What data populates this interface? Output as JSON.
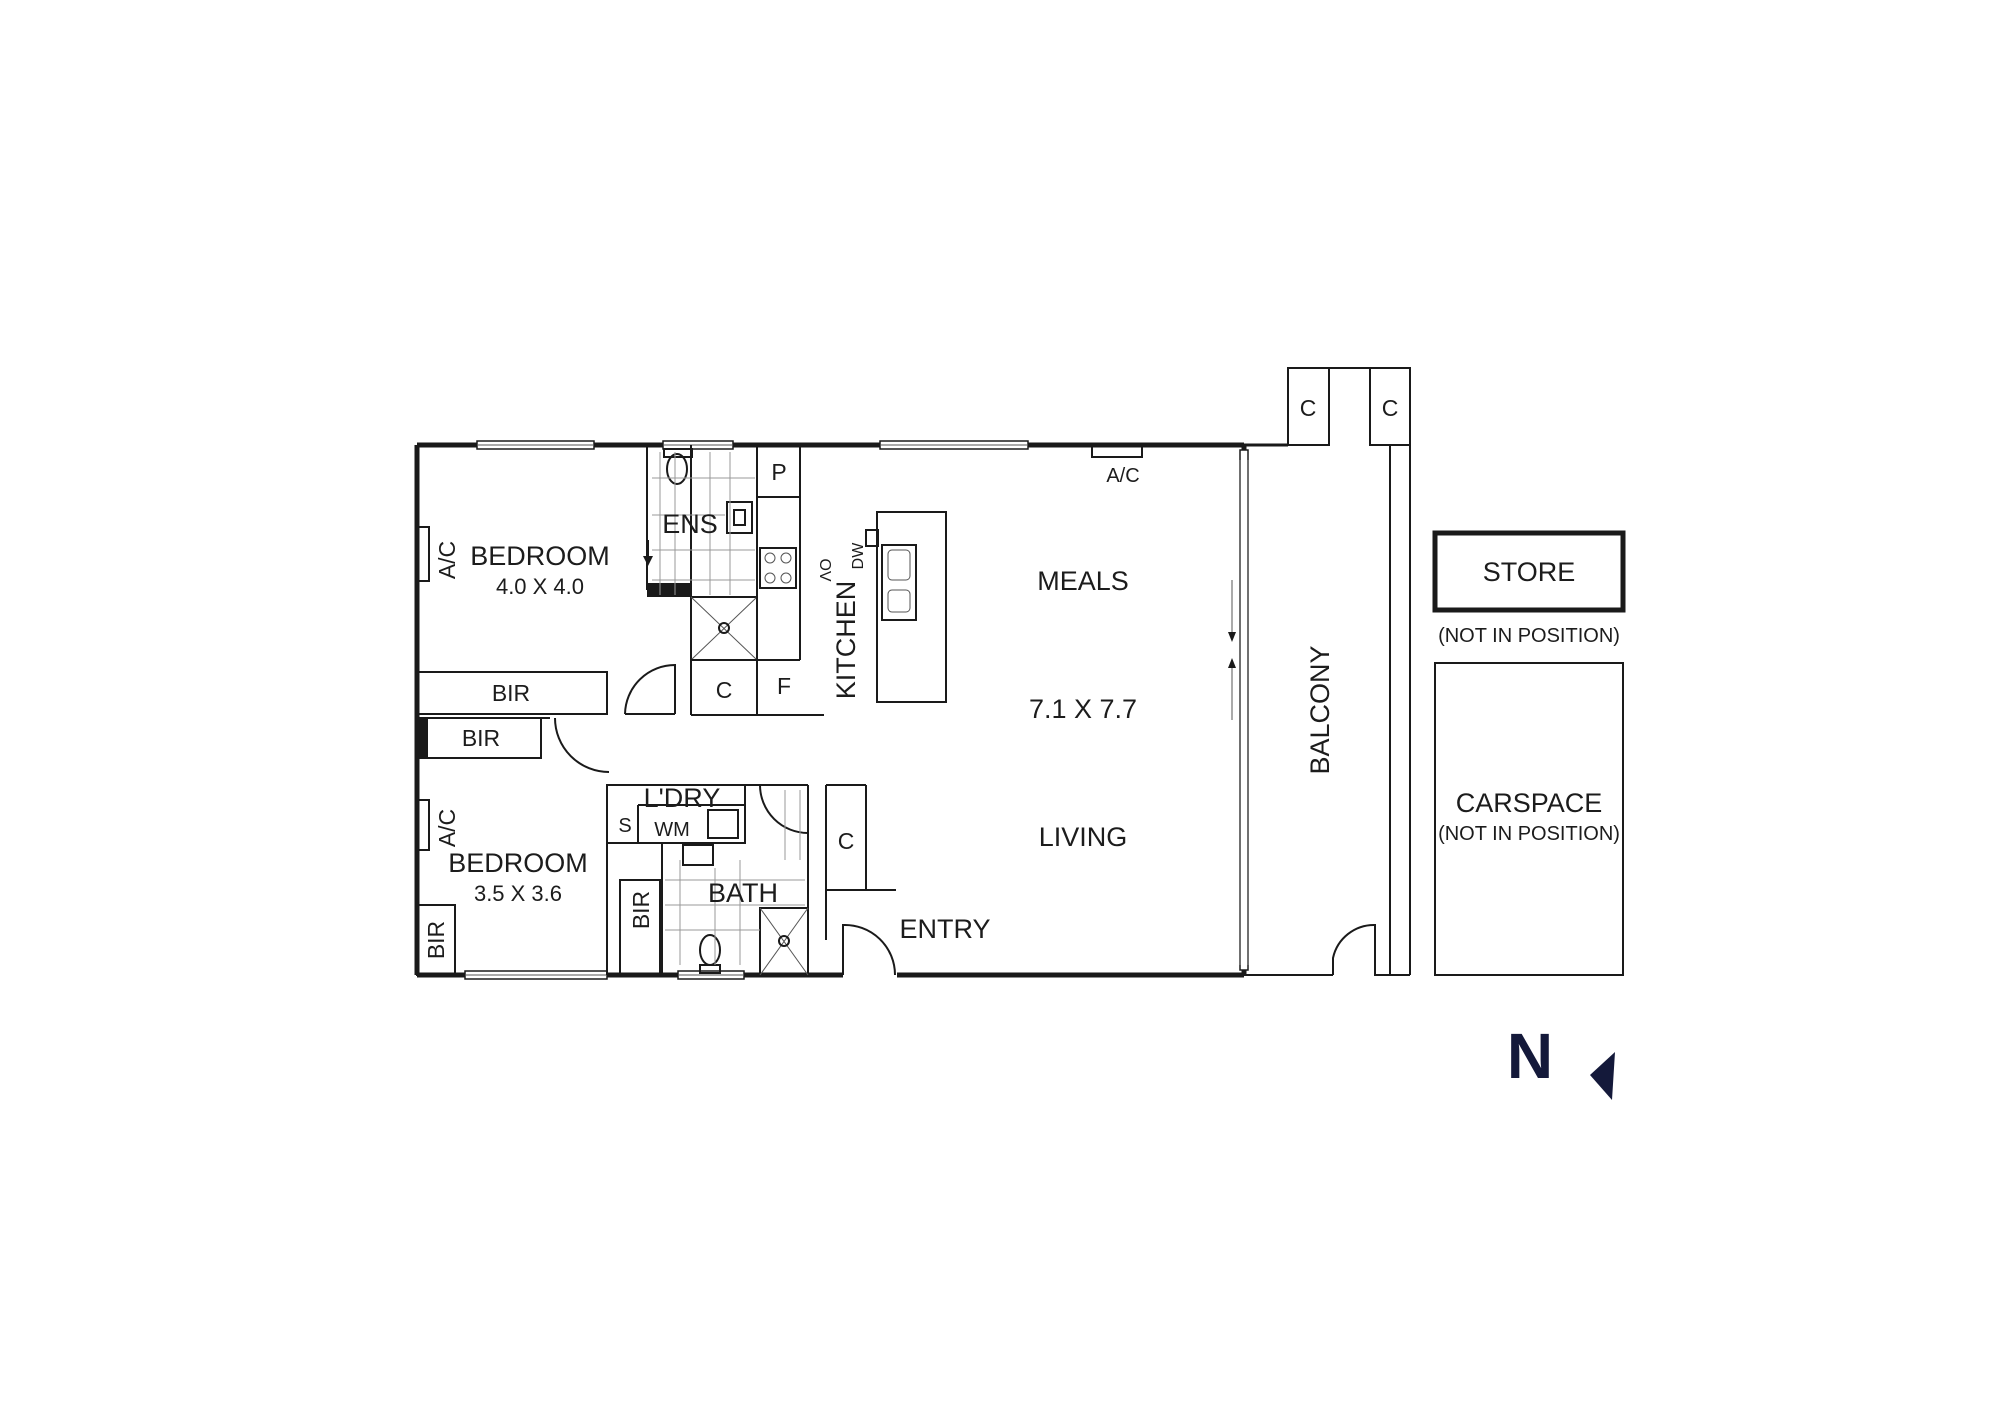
{
  "rooms": {
    "bedroom_1": {
      "label": "BEDROOM",
      "size": "4.0 X 4.0"
    },
    "bedroom_2": {
      "label": "BEDROOM",
      "size": "3.5 X 3.6"
    },
    "ensuite": "ENS",
    "bath": "BATH",
    "laundry": "L'DRY",
    "kitchen": "KITCHEN",
    "meals": "MEALS",
    "living_size": "7.1 X 7.7",
    "living": "LIVING",
    "entry": "ENTRY",
    "balcony": "BALCONY",
    "store": {
      "label": "STORE",
      "note": "(NOT IN POSITION)"
    },
    "carspace": {
      "label": "CARSPACE",
      "note": "(NOT IN POSITION)"
    }
  },
  "fixtures": {
    "ac_bed1": "A/C",
    "ac_bed2": "A/C",
    "ac_meals": "A/C",
    "bir_1": "BIR",
    "bir_2": "BIR",
    "bir_3": "BIR",
    "bir_4": "BIR",
    "pantry": "P",
    "cupboard_kitchen": "C",
    "fridge": "F",
    "cupboard_entry": "C",
    "cupboard_balcony_left": "C",
    "cupboard_balcony_right": "C",
    "sink": "S",
    "washing_machine": "WM",
    "oven": "OV",
    "dishwasher": "DW"
  },
  "compass": {
    "letter": "N",
    "icon": "north-arrow-icon"
  },
  "colors": {
    "line": "#1a1a1a",
    "north": "#14193a"
  }
}
